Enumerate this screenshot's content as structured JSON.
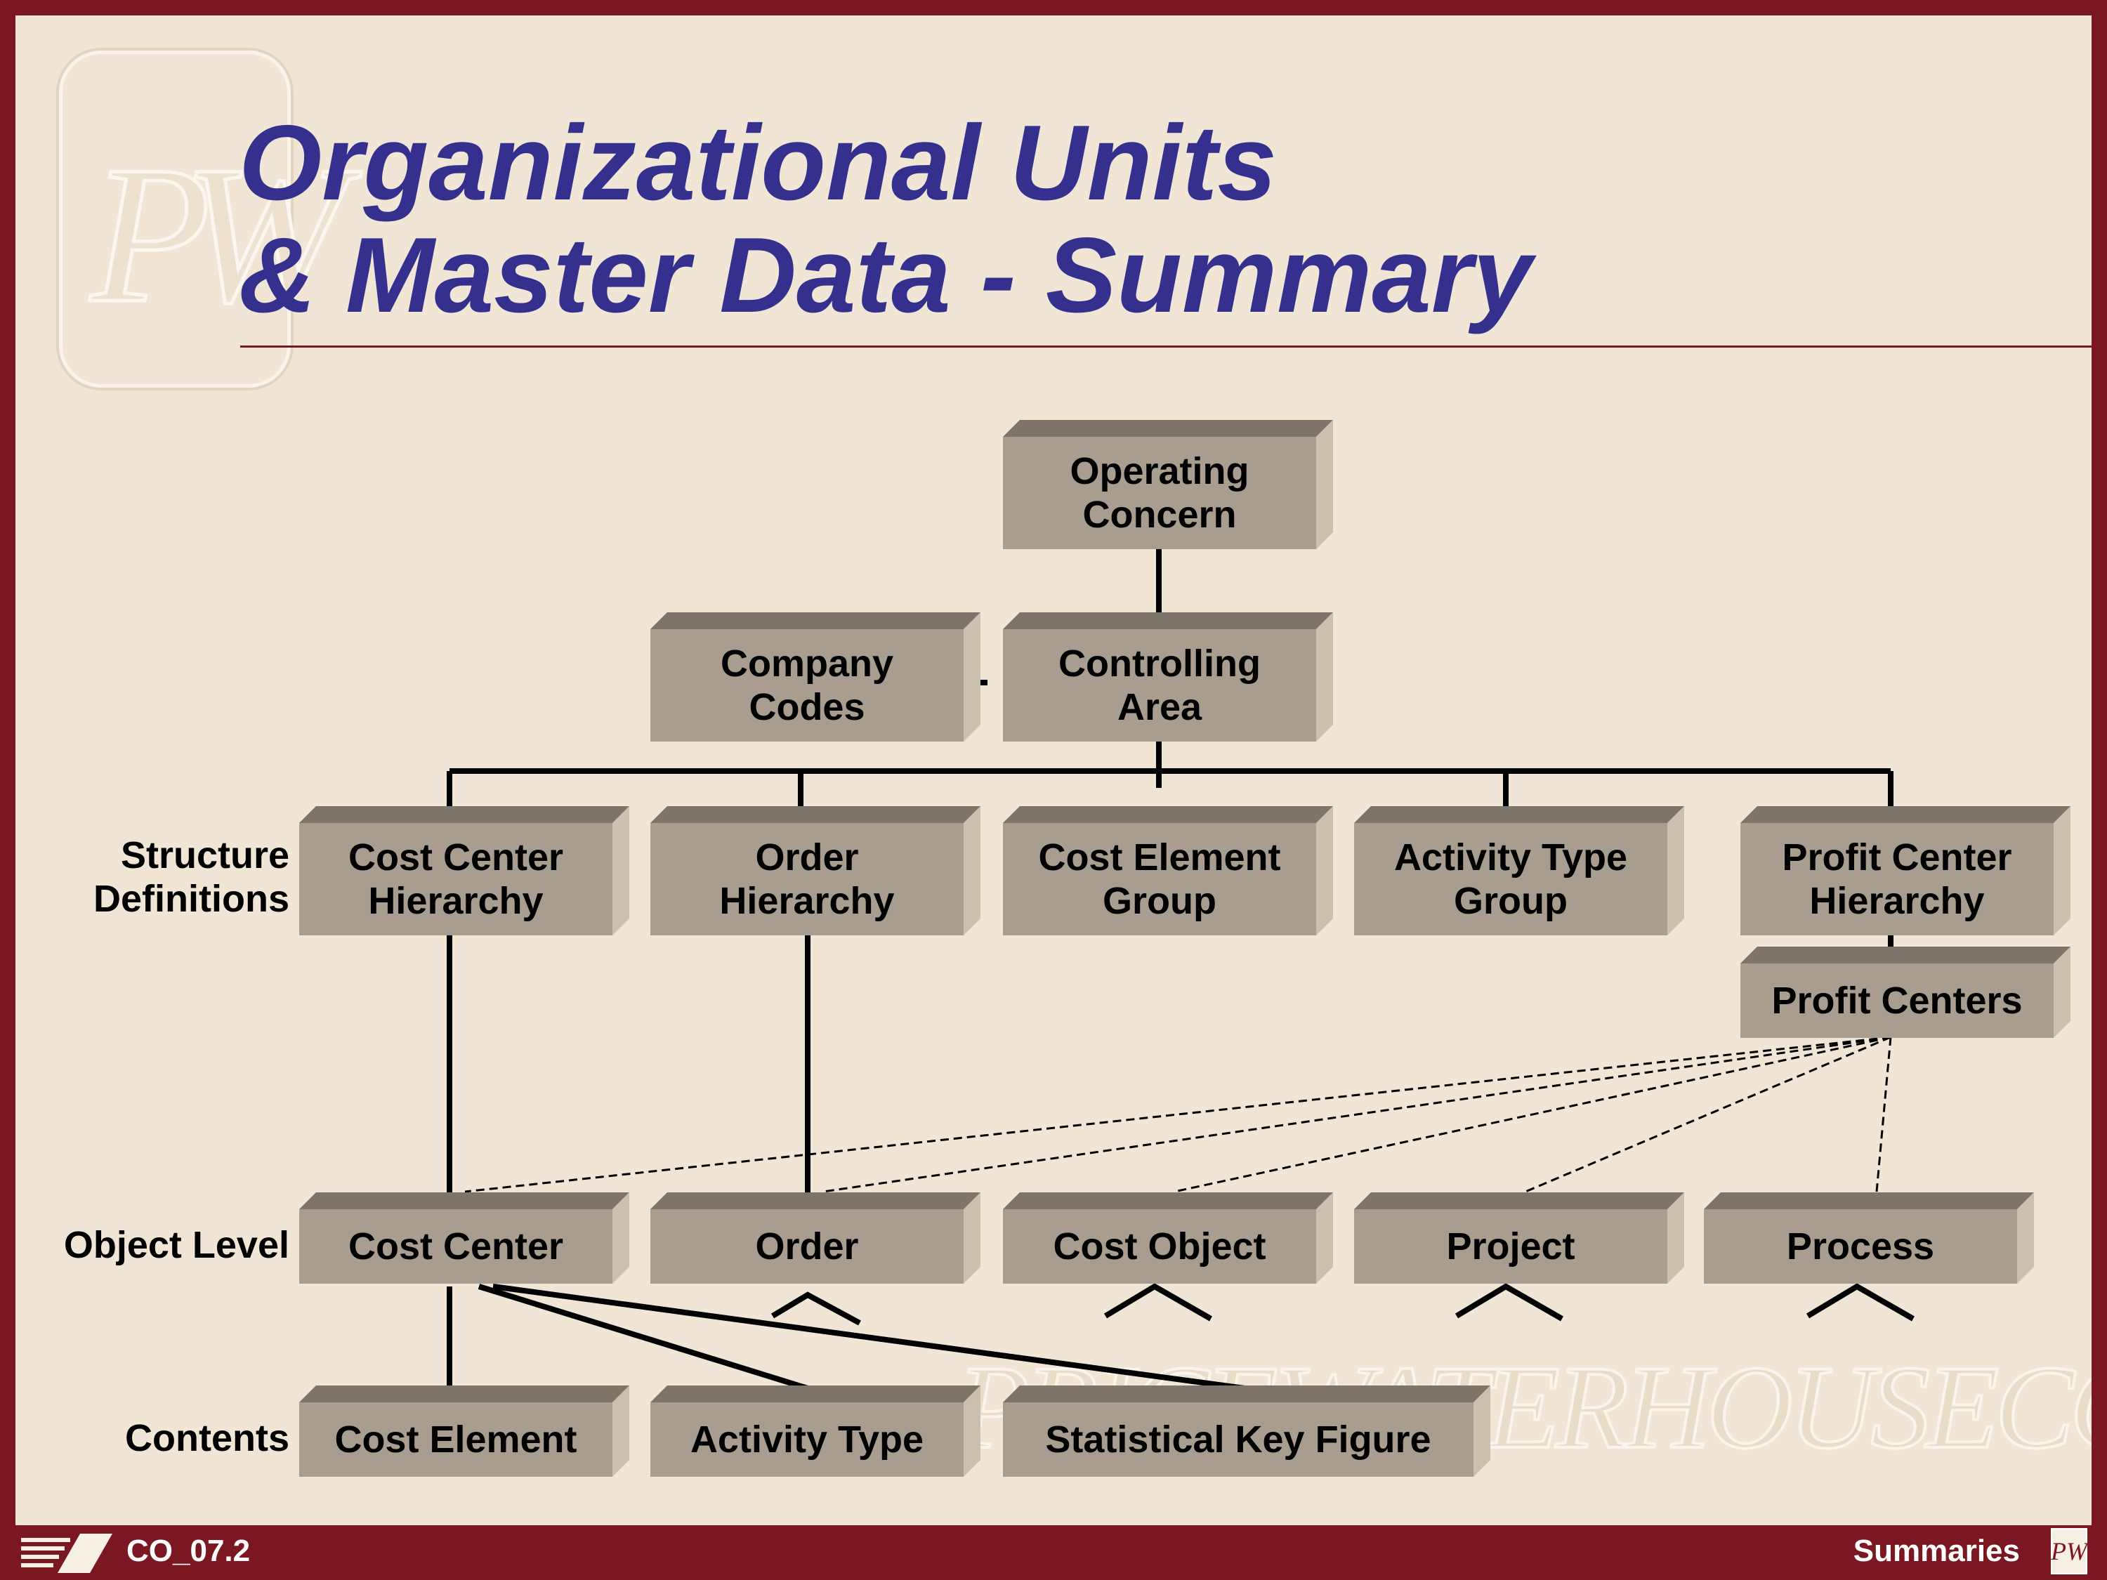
{
  "slide": {
    "title_line1": "Organizational Units",
    "title_line2": "& Master Data - Summary",
    "logo_mark": "PW",
    "watermark": "PRICEWATERHOUSECOOPERS"
  },
  "row_labels": {
    "structure": "Structure\nDefinitions",
    "object": "Object Level",
    "contents": "Contents"
  },
  "boxes": {
    "operating_concern": "Operating\nConcern",
    "company_codes": "Company\nCodes",
    "controlling_area": "Controlling\nArea",
    "cost_center_hierarchy": "Cost Center\nHierarchy",
    "order_hierarchy": "Order\nHierarchy",
    "cost_element_group": "Cost Element\nGroup",
    "activity_type_group": "Activity Type\nGroup",
    "profit_center_hierarchy": "Profit Center\nHierarchy",
    "profit_centers": "Profit Centers",
    "cost_center": "Cost Center",
    "order": "Order",
    "cost_object": "Cost Object",
    "project": "Project",
    "process": "Process",
    "cost_element": "Cost Element",
    "activity_type": "Activity Type",
    "statistical_key_figure": "Statistical Key Figure"
  },
  "footer": {
    "code": "CO_07.2",
    "section": "Summaries",
    "logo_mark": "PW"
  },
  "colors": {
    "frame": "#7b1720",
    "slide_background": "#f1e6d6",
    "title": "#35308e",
    "box_face": "#a89d8e",
    "box_top": "#7e756a",
    "box_side": "#cbbfae"
  }
}
